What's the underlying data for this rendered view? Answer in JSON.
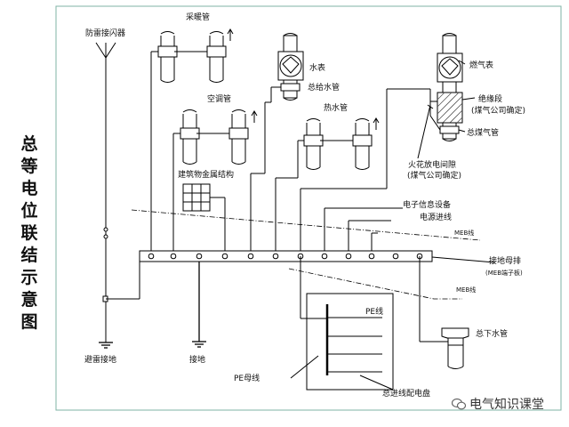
{
  "title_chars": [
    "总",
    "等",
    "电",
    "位",
    "联",
    "结",
    "示",
    "意",
    "图"
  ],
  "labels": {
    "lightning_arrester": "防雷接闪器",
    "heating_pipe": "采暖管",
    "water_meter": "水表",
    "main_water_pipe": "总给水管",
    "gas_meter": "燃气表",
    "insulation_section": "绝缘段",
    "gas_company_confirm_1": "(煤气公司确定)",
    "main_gas_pipe": "总煤气管",
    "ac_pipe": "空调管",
    "hot_water_pipe": "热水管",
    "spark_gap": "火花放电间隙",
    "gas_company_confirm_2": "(煤气公司确定)",
    "building_metal_structure": "建筑物金属结构",
    "electronic_info_equipment": "电子信息设备",
    "power_incoming_line": "电源进线",
    "meb_line_1": "MEB线",
    "grounding_busbar": "接地母排",
    "meb_terminal_board": "(MEB端子板)",
    "meb_line_2": "MEB线",
    "pe_line": "PE线",
    "main_drain_pipe": "总下水管",
    "lightning_grounding": "避雷接地",
    "grounding": "接地",
    "pe_busbar": "PE母线",
    "main_distribution_board": "总进线配电盘"
  },
  "watermark": "电气知识课堂",
  "colors": {
    "line": "#000000",
    "frame": "#7fb3a6",
    "hatch": "#555555"
  },
  "icons": {
    "antenna": "lightning-rod-icon",
    "ground": "ground-symbol-icon",
    "watermark": "wechat-icon"
  }
}
